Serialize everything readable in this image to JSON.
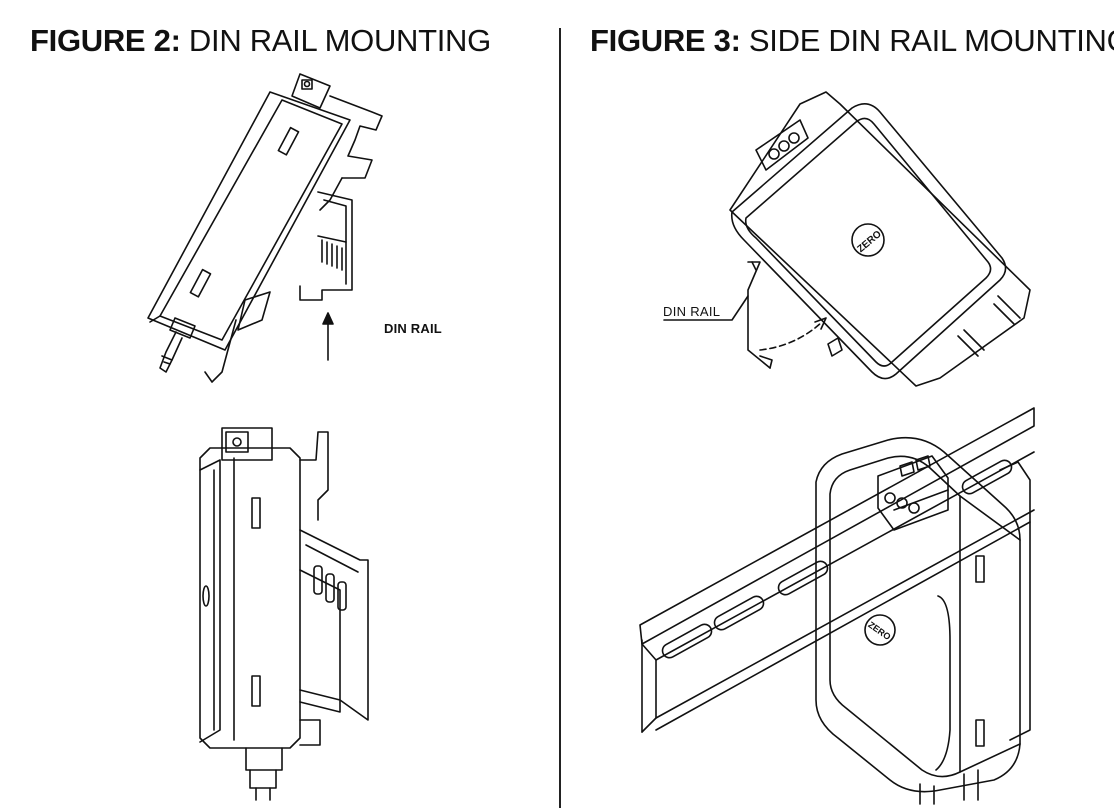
{
  "figure2": {
    "number": "FIGURE 2:",
    "title": "DIN RAIL MOUNTING",
    "rail_label": "DIN RAIL"
  },
  "figure3": {
    "number": "FIGURE 3:",
    "title": "SIDE DIN RAIL MOUNTING",
    "rail_label": "DIN RAIL",
    "logo_text": "ZERO"
  },
  "colors": {
    "line": "#111111",
    "background": "#ffffff"
  }
}
